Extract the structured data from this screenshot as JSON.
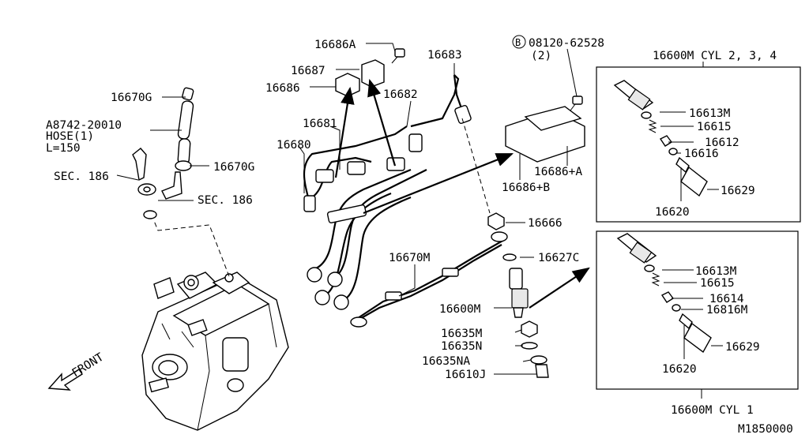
{
  "labels": {
    "l16686A": "16686A",
    "l16687": "16687",
    "l16686": "16686",
    "l16683": "16683",
    "l16682": "16682",
    "l16681": "16681",
    "l16680": "16680",
    "lBolt": "08120-62528",
    "lBoltQty": "(2)",
    "lBoltMark": "B",
    "l16686PA": "16686+A",
    "l16686PB": "16686+B",
    "l16670G1": "16670G",
    "lHose1": "A8742-20010",
    "lHose2": "HOSE(1)",
    "lHose3": "L=150",
    "l16670G2": "16670G",
    "lSec1": "SEC. 186",
    "lSec2": "SEC. 186",
    "l16666": "16666",
    "l16670M": "16670M",
    "l16627C": "16627C",
    "l16600M": "16600M",
    "l16635M": "16635M",
    "l16635N": "16635N",
    "l16635NA": "16635NA",
    "l16610J": "16610J",
    "lFront": "FRONT",
    "boxTop": {
      "title": "16600M CYL 2, 3, 4",
      "p1": "16613M",
      "p2": "16615",
      "p3": "16612",
      "p4": "16616",
      "p5": "16629",
      "p6": "16620"
    },
    "boxBottom": {
      "title": "16600M CYL 1",
      "p1": "16613M",
      "p2": "16615",
      "p3": "16614",
      "p4": "16816M",
      "p5": "16629",
      "p6": "16620"
    },
    "docId": "M1850000"
  }
}
